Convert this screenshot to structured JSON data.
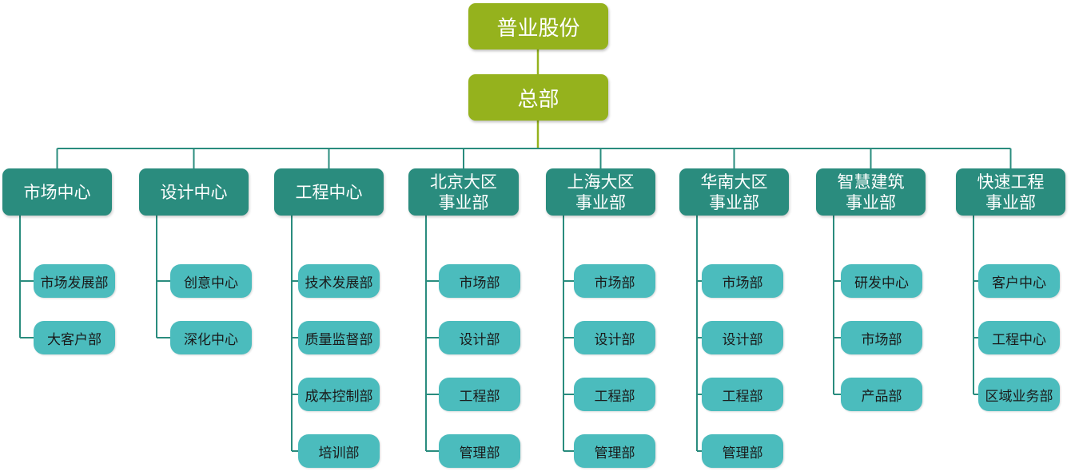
{
  "colors": {
    "root": "#95b21d",
    "department": "#2a8c7e",
    "sub_unit": "#4bbcbd",
    "root_connector": "#95b21d",
    "connector": "#2a8c7e"
  },
  "root": {
    "label": "普业股份"
  },
  "hq": {
    "label": "总部"
  },
  "departments": [
    {
      "label": "市场中心",
      "children": [
        "市场发展部",
        "大客户部"
      ]
    },
    {
      "label": "设计中心",
      "children": [
        "创意中心",
        "深化中心"
      ]
    },
    {
      "label": "工程中心",
      "children": [
        "技术发展部",
        "质量监督部",
        "成本控制部",
        "培训部"
      ]
    },
    {
      "label": "北京大区\n事业部",
      "children": [
        "市场部",
        "设计部",
        "工程部",
        "管理部"
      ]
    },
    {
      "label": "上海大区\n事业部",
      "children": [
        "市场部",
        "设计部",
        "工程部",
        "管理部"
      ]
    },
    {
      "label": "华南大区\n事业部",
      "children": [
        "市场部",
        "设计部",
        "工程部",
        "管理部"
      ]
    },
    {
      "label": "智慧建筑\n事业部",
      "children": [
        "研发中心",
        "市场部",
        "产品部"
      ]
    },
    {
      "label": "快速工程\n事业部",
      "children": [
        "客户中心",
        "工程中心",
        "区域业务部"
      ]
    }
  ]
}
